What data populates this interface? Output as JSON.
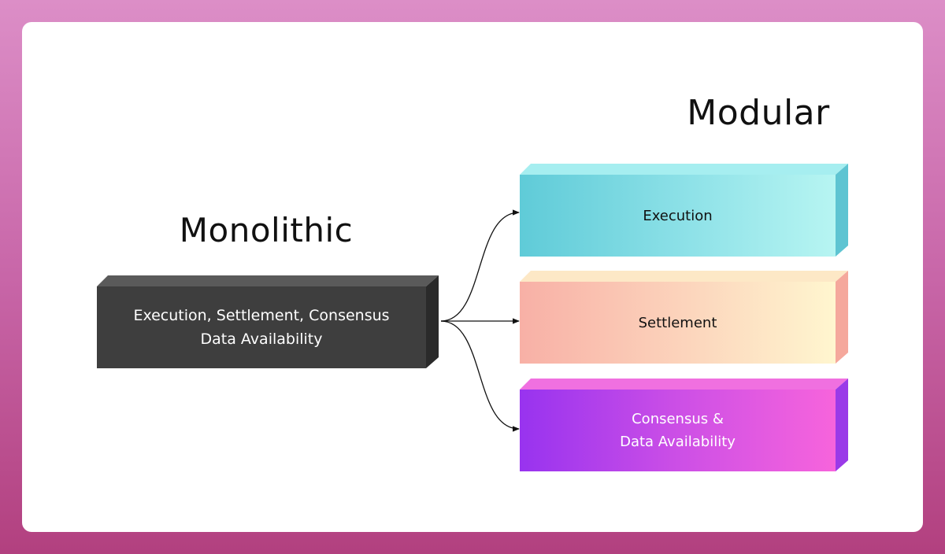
{
  "headings": {
    "monolithic": "Monolithic",
    "modular": "Modular"
  },
  "monolithic_block": {
    "line1": "Execution, Settlement, Consensus",
    "line2": "Data Availability",
    "color": "#3e3e3e"
  },
  "modular_blocks": [
    {
      "line1": "Execution",
      "color_start": "#5fcbd8",
      "color_end": "#b7f5f2"
    },
    {
      "line1": "Settlement",
      "color_start": "#f8b0a6",
      "color_end": "#fff6cf"
    },
    {
      "line1": "Consensus &",
      "line2": "Data Availability",
      "color_start": "#9833ef",
      "color_end": "#f764dc"
    }
  ],
  "colors": {
    "background_top": "#dc8ec7",
    "background_bottom": "#b2407f",
    "card": "#ffffff",
    "arrow": "#111111"
  }
}
